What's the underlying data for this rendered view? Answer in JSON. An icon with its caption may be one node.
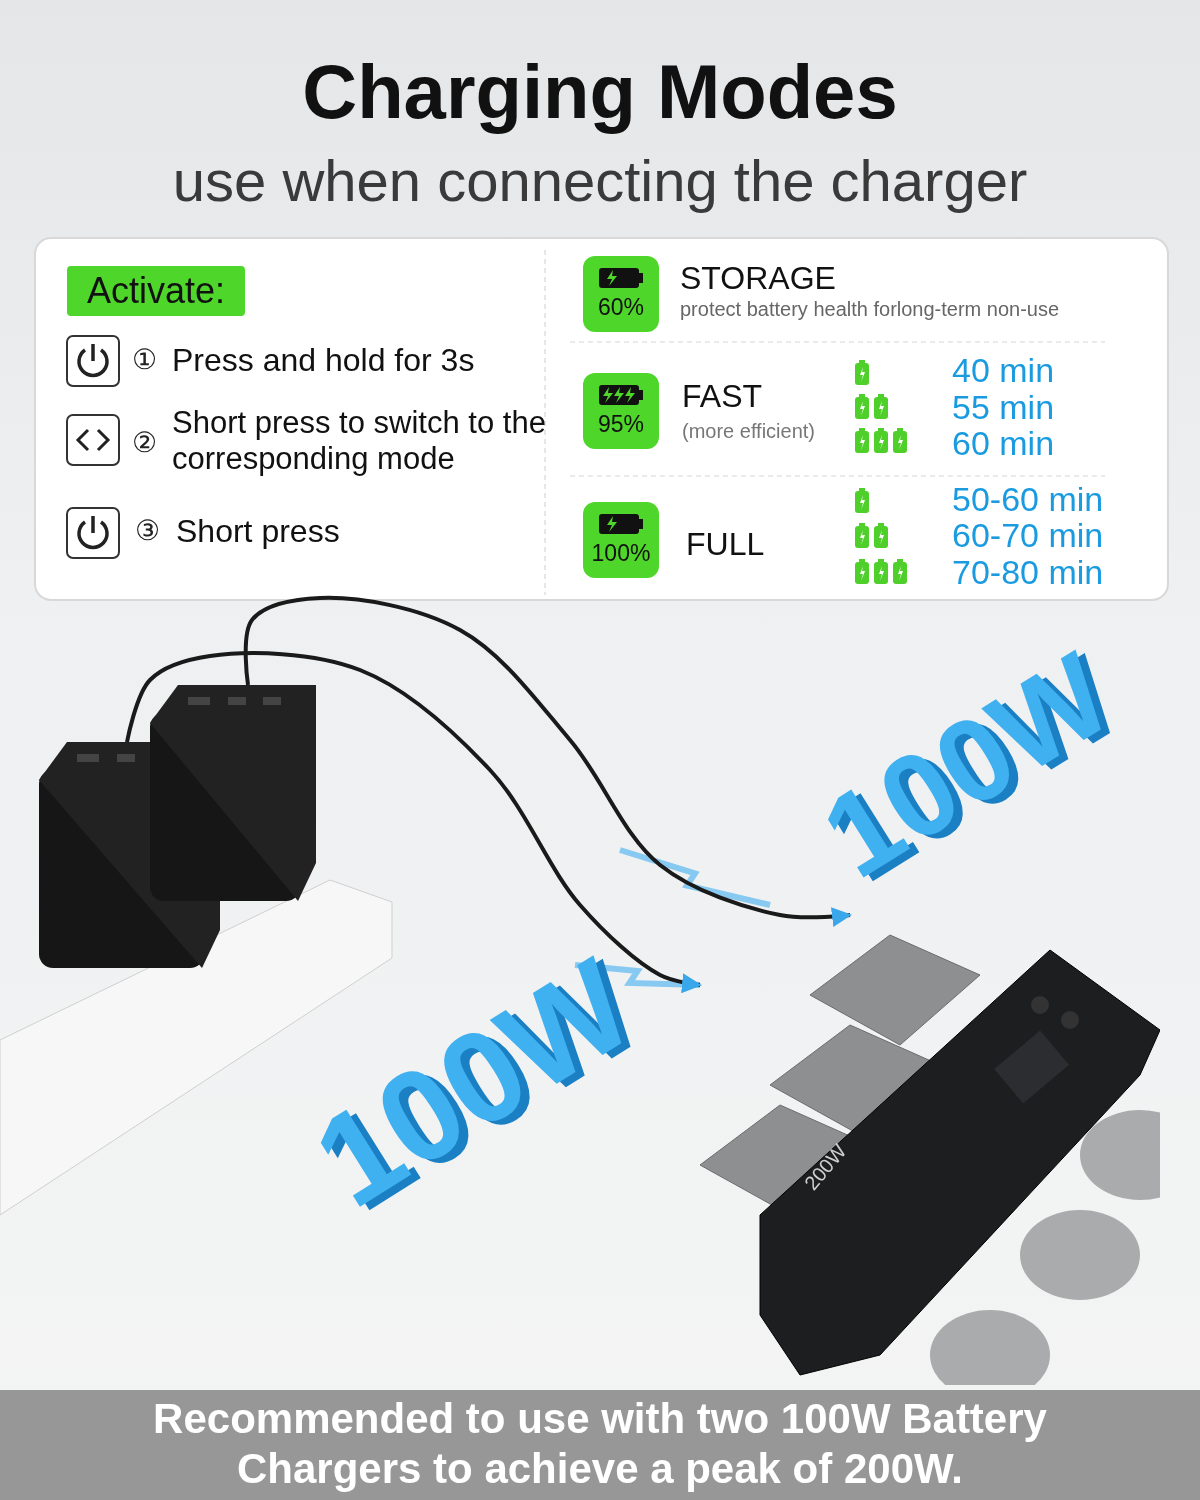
{
  "diagram": {
    "title": "Charging Modes",
    "caption": "Recommended to use with **two 100W Battery Chargers** to achieve a peak of **200W.**",
    "nodes": [
      {
        "text": [
          "Activate:"
        ]
      },
      {
        "text": [
          "60%"
        ],
        "beside": [
          "STORAGE",
          "protect battery health forlong-term non-use"
        ]
      },
      {
        "text": [
          "95%"
        ],
        "beside": [
          "FAST",
          "(more efficient)"
        ]
      },
      {
        "text": [
          "100%"
        ],
        "beside": [
          "FULL"
        ]
      },
      {
        "text": [],
        "shape": "picture"
      },
      {
        "text": [],
        "shape": "picture"
      },
      {
        "text": [],
        "shape": "picture"
      }
    ],
    "edges": [
      {
        "from": 5,
        "to": 6,
        "arrow": "to"
      },
      {
        "from": 4,
        "to": 6,
        "arrow": "to"
      }
    ],
    "labels": [
      "use when connecting the charger",
      "①",
      "Press and hold for 3s",
      "②",
      "Short press to switch to the corresponding mode",
      "③",
      "Short press",
      "40 min",
      "55 min",
      "60 min",
      "50-60 min",
      "60-70 min",
      "70-80 min",
      "100W",
      "100W",
      "200W"
    ]
  }
}
